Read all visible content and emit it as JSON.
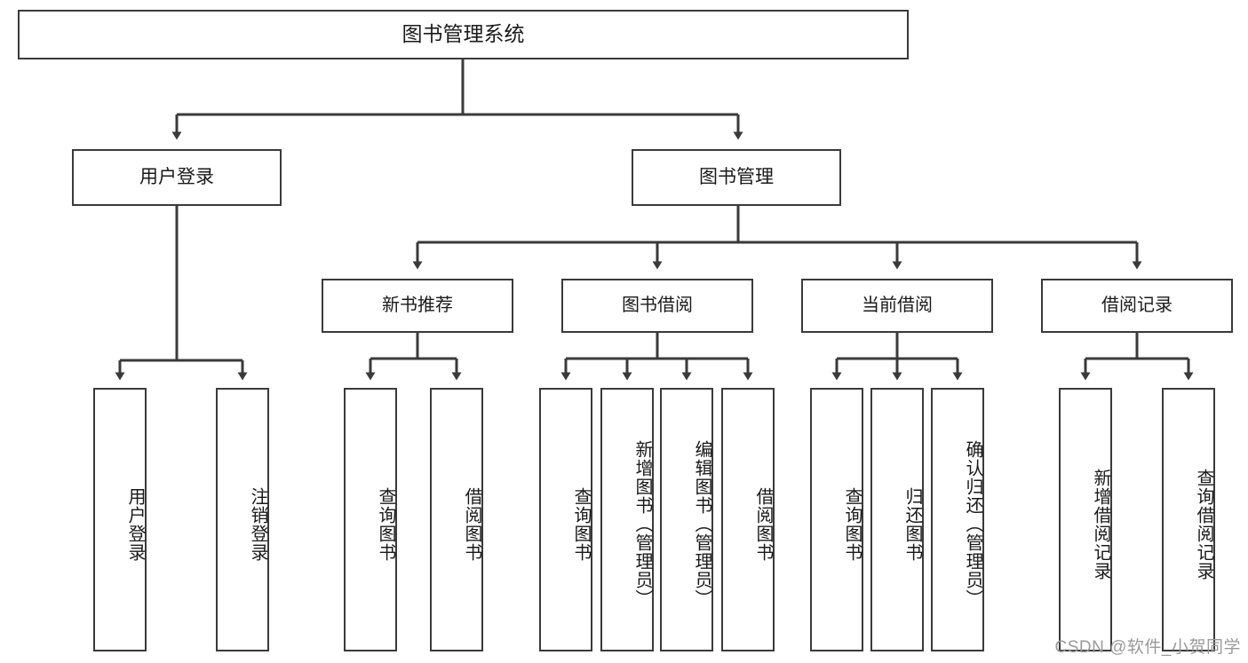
{
  "diagram": {
    "title": "图书管理系统",
    "type": "functional-decomposition-tree",
    "stroke_color": "#3a3a3a",
    "background_color": "#ffffff",
    "root": {
      "id": "root",
      "label": "图书管理系统"
    },
    "level1": [
      {
        "id": "user-login",
        "label": "用户登录"
      },
      {
        "id": "book-management",
        "label": "图书管理"
      }
    ],
    "level2": [
      {
        "id": "new-book-recommend",
        "label": "新书推荐",
        "parent": "book-management"
      },
      {
        "id": "book-borrow",
        "label": "图书借阅",
        "parent": "book-management"
      },
      {
        "id": "current-borrow",
        "label": "当前借阅",
        "parent": "book-management"
      },
      {
        "id": "borrow-record",
        "label": "借阅记录",
        "parent": "book-management"
      }
    ],
    "leaves": {
      "user_login": [
        {
          "id": "leaf-user-login",
          "label": "用户登录"
        },
        {
          "id": "leaf-user-logout",
          "label": "注销登录"
        }
      ],
      "new_book_recommend": [
        {
          "id": "leaf-query-book-1",
          "label": "查询图书"
        },
        {
          "id": "leaf-borrow-book-1",
          "label": "借阅图书"
        }
      ],
      "book_borrow": [
        {
          "id": "leaf-query-book-2",
          "label": "查询图书"
        },
        {
          "id": "leaf-add-book",
          "label": "新增图书（管理员）"
        },
        {
          "id": "leaf-edit-book",
          "label": "编辑图书（管理员）"
        },
        {
          "id": "leaf-borrow-book-2",
          "label": "借阅图书"
        }
      ],
      "current_borrow": [
        {
          "id": "leaf-query-book-3",
          "label": "查询图书"
        },
        {
          "id": "leaf-return-book",
          "label": "归还图书"
        },
        {
          "id": "leaf-confirm-return",
          "label": "确认归还（管理员）"
        }
      ],
      "borrow_record": [
        {
          "id": "leaf-add-record",
          "label": "新增借阅记录"
        },
        {
          "id": "leaf-query-record",
          "label": "查询借阅记录"
        }
      ]
    }
  },
  "watermark": {
    "text": "CSDN @软件_小贺同学"
  }
}
